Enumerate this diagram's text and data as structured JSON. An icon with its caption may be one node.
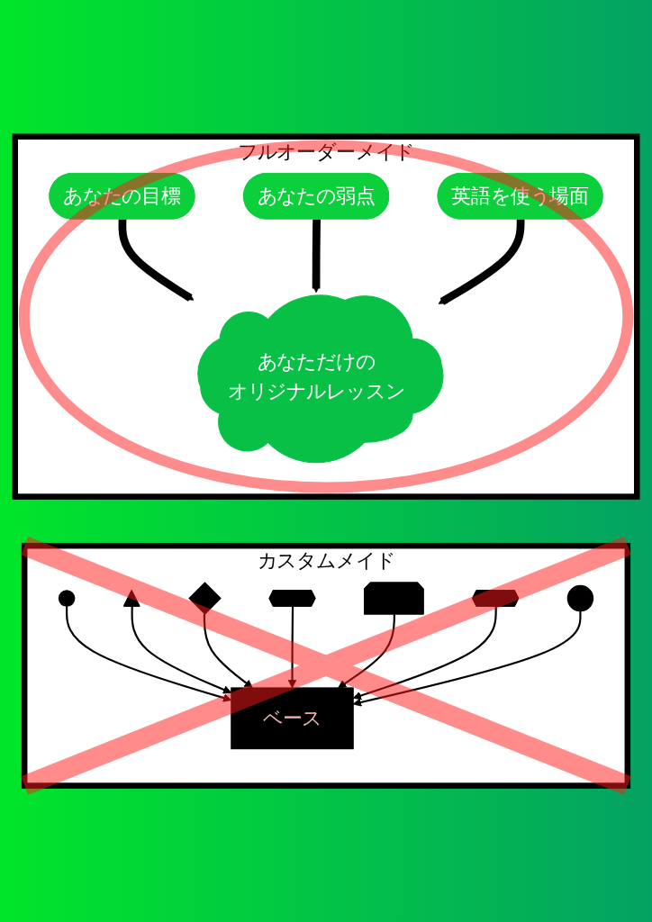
{
  "diagram": {
    "nodes": [
      {
        "text": [
          "カスタムメイド"
        ]
      },
      {
        "text": [],
        "shape": "circle",
        "in": 0
      },
      {
        "text": [],
        "shape": "triangle",
        "in": 0
      },
      {
        "text": [],
        "shape": "diamond",
        "in": 0
      },
      {
        "text": [],
        "shape": "star",
        "in": 0
      },
      {
        "text": [
          "ベース"
        ],
        "in": 0
      },
      {
        "text": [],
        "shape": "pentagon",
        "in": 0
      },
      {
        "text": [],
        "shape": "star",
        "in": 0
      },
      {
        "text": [],
        "shape": "heart",
        "in": 0
      },
      {
        "text": [
          "フルオーダーメイド"
        ]
      },
      {
        "text": [
          "あなたの目標"
        ],
        "in": 9
      },
      {
        "text": [
          "英語を使う場面"
        ],
        "in": 9
      },
      {
        "text": [
          "あなたの弱点"
        ],
        "in": 9
      },
      {
        "text": [
          "あなただけの",
          "オリジナルレッスン"
        ],
        "in": 9
      }
    ],
    "edges": [
      {
        "from": 1,
        "to": 5,
        "arrow": "to"
      },
      {
        "from": 2,
        "to": 5,
        "arrow": "to"
      },
      {
        "from": 3,
        "to": 5,
        "arrow": "to"
      },
      {
        "from": 4,
        "to": 5,
        "arrow": "to"
      },
      {
        "from": 6,
        "to": 5,
        "arrow": "to"
      },
      {
        "from": 7,
        "to": 5,
        "arrow": "to"
      },
      {
        "from": 8,
        "to": 5,
        "arrow": "to"
      },
      {
        "from": 10,
        "to": 13,
        "arrow": "to",
        "style": "thick"
      },
      {
        "from": 12,
        "to": 13,
        "arrow": "to",
        "style": "thick"
      },
      {
        "from": 11,
        "to": 13,
        "arrow": "to",
        "style": "thick"
      }
    ]
  }
}
